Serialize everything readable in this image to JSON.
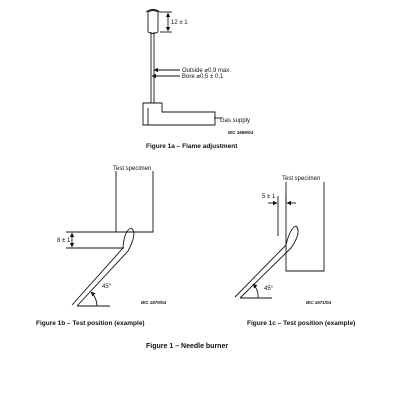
{
  "fig1a": {
    "height_dim": "12 ± 1",
    "outside_label": "Outside ⌀0,9 max.",
    "bore_label": "Bore ⌀0,5 ± 0,1",
    "gas_label": "Gas supply",
    "ref": "IEC 1669/04",
    "caption": "Figure 1a – Flame adjustment"
  },
  "fig1b": {
    "specimen_label": "Test specimen",
    "dim": "8 ± 1",
    "angle": "45°",
    "ref": "IEC 1670/04",
    "caption": "Figure 1b – Test position (example)"
  },
  "fig1c": {
    "specimen_label": "Test specimen",
    "dim": "5 ± 1",
    "angle": "45°",
    "ref": "IEC 1671/04",
    "caption": "Figure 1c – Test position (example)"
  },
  "main_caption": "Figure 1 – Needle burner"
}
